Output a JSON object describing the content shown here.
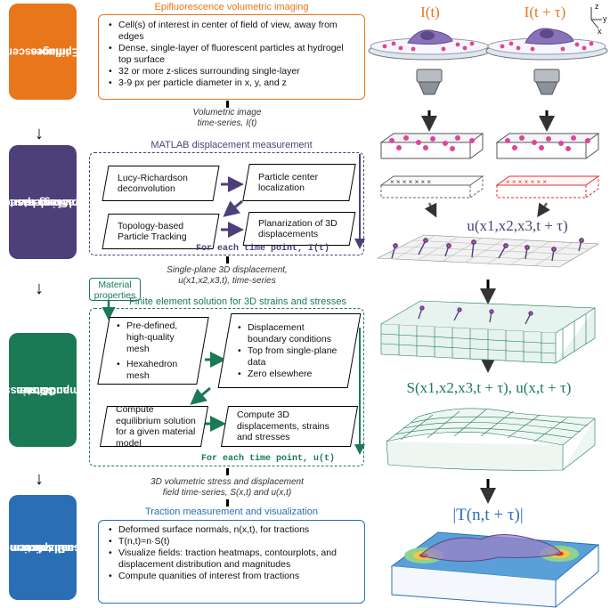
{
  "colors": {
    "orange": "#e8761a",
    "purple": "#4d3f7a",
    "green": "#1a7a55",
    "blue": "#2a6fb5"
  },
  "stages": [
    {
      "label": "Epifluorescence Images",
      "line1": "Epifluorescence",
      "line2": "Images",
      "line3": ""
    },
    {
      "label": "Single-particle tracking based displacements",
      "line1": "Single-particle",
      "line2": "tracking based",
      "line3": "displacements"
    },
    {
      "label": "3D stress and strain computations",
      "line1": "3D stress",
      "line2": "and strain",
      "line3": "computations"
    },
    {
      "label": "Displacement and traction visualization",
      "line1": "Displacement",
      "line2": "and traction",
      "line3": "visualization"
    }
  ],
  "imaging": {
    "title": "Epifluorescence volumetric imaging",
    "bullets": [
      "Cell(s) of interest in center of field of view, away from edges",
      "Dense, single-layer of fluorescent particles at hydrogel top surface",
      "32 or more z-slices surrounding single-layer",
      "3-9 px per particle diameter in x, y, and z"
    ]
  },
  "caption1": {
    "line1": "Volumetric image",
    "line2": "time-series, I(t)"
  },
  "matlab": {
    "title": "MATLAB displacement measurement",
    "step1": "Lucy-Richardson deconvolution",
    "step2": "Particle center localization",
    "step3": "Topology-based Particle Tracking",
    "step4": "Planarization of 3D displacements",
    "loop": "For each time point, I(t)"
  },
  "caption2": {
    "line1": "Single-plane 3D displacement,",
    "line2": "u(x1,x2,x3,t), time-series"
  },
  "material": "Material properties",
  "fe": {
    "title": "Finite element solution for 3D strains and stresses",
    "mesh_bullets": [
      "Pre-defined, high-quality mesh",
      "Hexahedron mesh"
    ],
    "bc_bullets": [
      "Displacement boundary conditions",
      "Top from single-plane data",
      "Zero elsewhere"
    ],
    "solve": "Compute equilibrium solution for a given material model",
    "compute": "Compute 3D displacements, strains and stresses",
    "loop": "For each time point, u(t)"
  },
  "caption3": {
    "line1": "3D volumetric stress and displacement",
    "line2": "field time-series, S(x,t) and u(x,t)"
  },
  "traction": {
    "title": "Traction measurement and visualization",
    "bullets": [
      "Deformed surface normals, n(x,t), for tractions",
      "Visualize fields: traction heatmaps, contourplots, and displacement distribution and magnitudes",
      "Compute quanities of interest from tractions"
    ],
    "formula": "T(n,t)=n·S(t)"
  },
  "right": {
    "img_label_1": "I(t)",
    "img_label_2": "I(t + τ)",
    "axis_z": "z",
    "axis_y": "y",
    "axis_x": "x",
    "u_formula": "u(x1,x2,x3,t + τ)",
    "s_formula": "S(x1,x2,x3,t + τ), u(x,t + τ)",
    "t_formula": "|T(n,t + τ)|"
  }
}
